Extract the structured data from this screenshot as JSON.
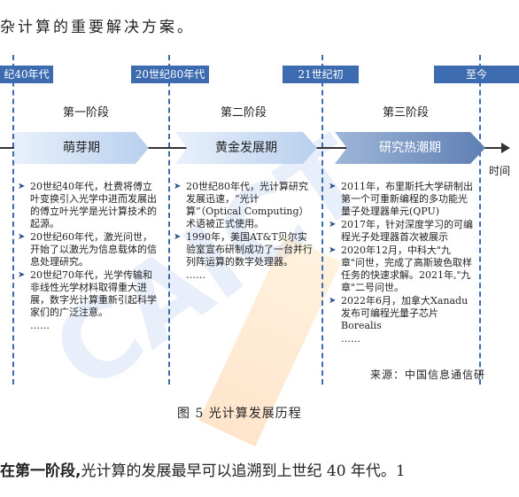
{
  "intro_text": "杂计算的重要解决方案。",
  "timeline": {
    "eras": [
      "纪40年代",
      "20世纪80年代",
      "21世纪初",
      "至今"
    ],
    "stages": [
      "第一阶段",
      "第二阶段",
      "第三阶段"
    ],
    "phases": [
      "萌芽期",
      "黄金发展期",
      "研究热潮期"
    ],
    "axis_label": "时间",
    "columns": [
      {
        "bullets": [
          "20世纪40年代，杜费将傅立叶变换引入光学中进而发展出的傅立叶光学是光计算技术的起源。",
          "20世纪60年代，激光问世，开始了以激光为信息载体的信息处理研究。",
          "20世纪70年代，光学传输和非线性光学材料取得重大进展，数字光计算重新引起科学家们的广泛注意。"
        ],
        "ellipsis": "……"
      },
      {
        "bullets": [
          "20世纪80年代，光计算研究发展迅速，“光计算”（Optical Computing）术语被正式使用。",
          "1990年，美国AT&T贝尔实验室宣布研制成功了一台并行列阵运算的数字处理器。"
        ],
        "ellipsis": "……"
      },
      {
        "bullets": [
          "2011年，布里斯托大学研制出第一个可重新编程的多功能光量子处理器单元(QPU)",
          "2017年，针对深度学习的可编程光子处理器首次被展示",
          "2020年12月，中科大\"九章\"问世，完成了高斯玻色取样任务的快速求解。2021年,\"九章\"二号问世。",
          "2022年6月，加拿大Xanadu发布可编程光量子芯片Borealis"
        ],
        "ellipsis": "……"
      }
    ]
  },
  "source_text": "来源：中国信息通信研",
  "caption": "图 5 光计算发展历程",
  "paragraph": {
    "bold": "在第一阶段,",
    "rest": "光计算的发展最早可以追溯到上世纪 40 年代。1"
  },
  "colors": {
    "era_fill": "#3d6bb0",
    "phase_light": "#b8cfee",
    "phase_dark": "#5e7fb4"
  }
}
